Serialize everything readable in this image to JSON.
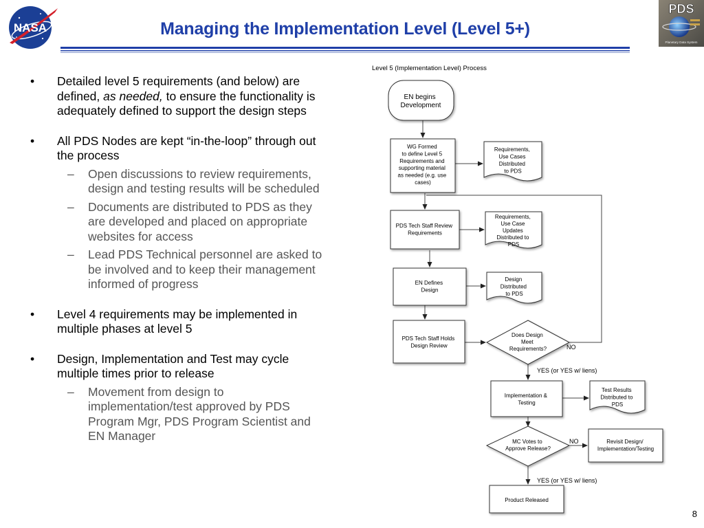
{
  "slide": {
    "title": "Managing the Implementation Level (Level 5+)",
    "page_number": "8"
  },
  "logos": {
    "left_text": "NASA",
    "right_text": "PDS",
    "right_subtext": "Planetary Data System"
  },
  "bullets": [
    {
      "text_before": "Detailed level 5 requirements (and below) are defined, ",
      "text_italic": "as needed,",
      "text_after": " to ensure the functionality is adequately defined to support the design steps",
      "subitems": []
    },
    {
      "text_before": "All PDS Nodes are kept “in-the-loop” through out the process",
      "text_italic": "",
      "text_after": "",
      "subitems": [
        "Open discussions to review requirements, design and testing results will be scheduled",
        "Documents are distributed to PDS as they are developed and placed on appropriate websites for access",
        "Lead PDS Technical personnel are asked to be involved and to keep their management informed of progress"
      ]
    },
    {
      "text_before": "Level 4 requirements may be implemented in multiple phases at level 5",
      "text_italic": "",
      "text_after": "",
      "subitems": []
    },
    {
      "text_before": "Design, Implementation and Test may cycle multiple times prior to release",
      "text_italic": "",
      "text_after": "",
      "subitems": [
        "Movement from design to implementation/test approved by PDS Program Mgr, PDS Program Scientist and EN Manager"
      ]
    }
  ],
  "diagram": {
    "title": "Level 5 (Implementation Level) Process",
    "nodes": {
      "en_begins": [
        "EN begins",
        "Development"
      ],
      "wg_formed": [
        "WG Formed",
        "to define Level 5",
        "Requirements and",
        "supporting material",
        "as needed (e.g. use",
        "cases)"
      ],
      "req_distributed": [
        "Requirements,",
        "Use Cases",
        "Distributed",
        "to PDS"
      ],
      "tech_review": [
        "PDS Tech Staff Review",
        "Requirements"
      ],
      "req_updates": [
        "Requirements,",
        "Use Case",
        "Updates",
        "Distributed to",
        "PDS"
      ],
      "en_defines": [
        "EN Defines",
        "Design"
      ],
      "design_distributed": [
        "Design",
        "Distributed",
        "to PDS"
      ],
      "design_review": [
        "PDS Tech Staff Holds",
        "Design Review"
      ],
      "design_decision": [
        "Does Design",
        "Meet",
        "Requirements?"
      ],
      "impl_testing": [
        "Implementation &",
        "Testing"
      ],
      "test_results": [
        "Test Results",
        "Distributed to",
        "PDS"
      ],
      "mc_votes": [
        "MC Votes to",
        "Approve Release?"
      ],
      "revisit": [
        "Revisit Design/",
        "Implementation/Testing"
      ],
      "released": [
        "Product Released"
      ]
    },
    "labels": {
      "no_1": "NO",
      "yes_1": "YES (or YES w/ liens)",
      "no_2": "NO",
      "yes_2": "YES (or YES w/ liens)"
    }
  }
}
